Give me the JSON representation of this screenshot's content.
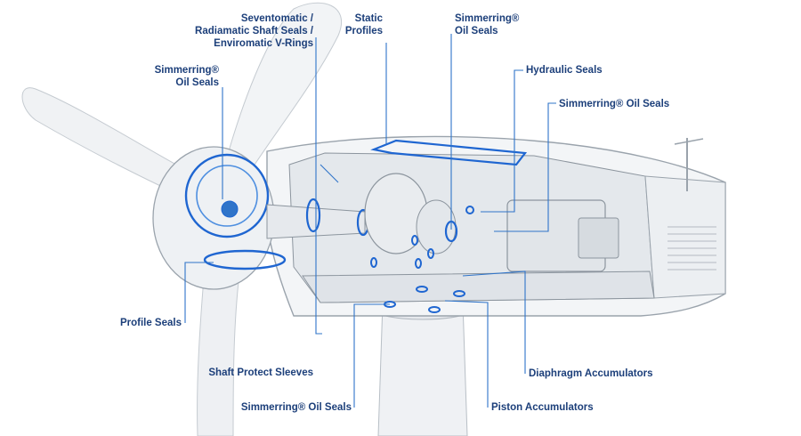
{
  "colors": {
    "label_text": "#1c3f7a",
    "leader_line": "#2f74c9",
    "seal_highlight": "#1f66d1",
    "body_shade": "#eef1f4",
    "outline": "#8c959e"
  },
  "labels": {
    "seventomatic": [
      "Seventomatic /",
      "Radiamatic Shaft Seals /",
      "Enviromatic V-Rings"
    ],
    "static_profiles": [
      "Static",
      "Profiles"
    ],
    "simmerring_top": [
      "Simmerring®",
      "Oil Seals"
    ],
    "hydraulic_seals": "Hydraulic Seals",
    "simmerring_right": "Simmerring® Oil Seals",
    "simmerring_left": [
      "Simmerring®",
      "Oil Seals"
    ],
    "profile_seals": "Profile Seals",
    "shaft_protect_sleeves": "Shaft Protect Sleeves",
    "simmerring_bottom": "Simmerring® Oil Seals",
    "diaphragm_accumulators": "Diaphragm Accumulators",
    "piston_accumulators": "Piston Accumulators"
  }
}
